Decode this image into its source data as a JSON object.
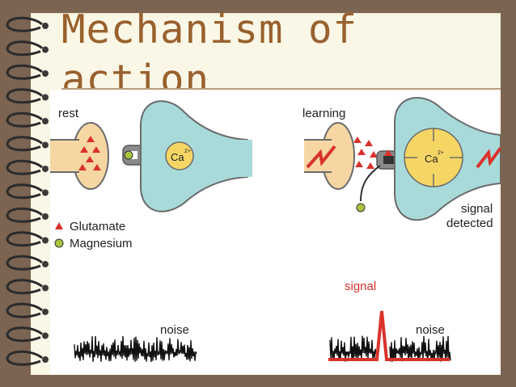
{
  "slide": {
    "title_line1": "Mechanism of",
    "title_line2": "action"
  },
  "figure": {
    "rest_label": "rest",
    "learning_label": "learning",
    "calcium_left": "Ca",
    "calcium_right": "Ca",
    "calcium_superscript": "2+",
    "legend": {
      "glutamate": "Glutamate",
      "magnesium": "Magnesium"
    },
    "signal_detected_line1": "signal",
    "signal_detected_line2": "detected",
    "noise_left": "noise",
    "noise_right": "noise",
    "signal_label": "signal"
  },
  "colors": {
    "frame": "#7b6451",
    "page": "#fbf7e6",
    "title": "#98612e",
    "dendrite": "#a9dada",
    "axon": "#f6d7a4",
    "calcium": "#f5d665",
    "glutamate": "#d9322b",
    "magnesium": "#a8c53d"
  }
}
